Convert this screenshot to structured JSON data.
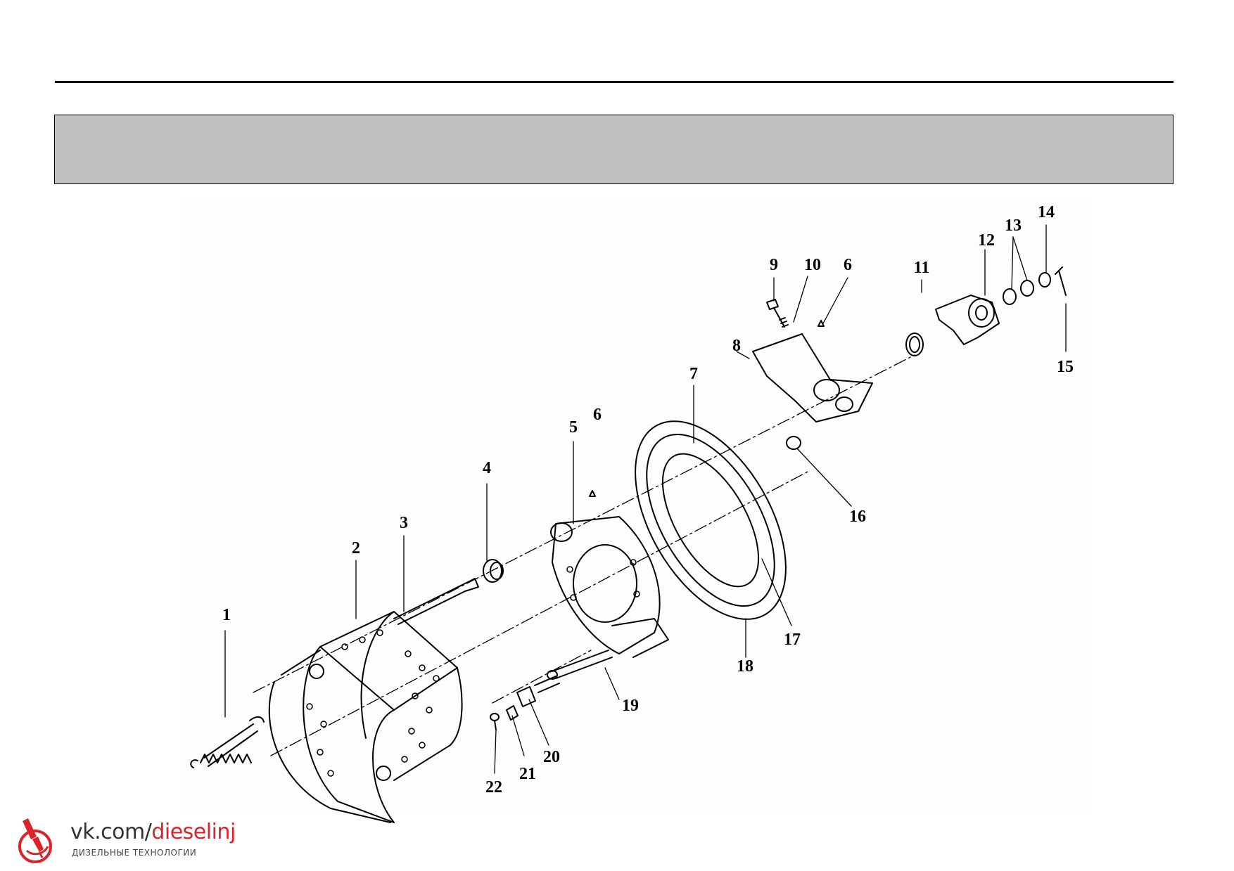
{
  "header": {
    "title": ""
  },
  "callouts": [
    "1",
    "2",
    "3",
    "4",
    "5",
    "6",
    "7",
    "8",
    "9",
    "10",
    "6",
    "11",
    "12",
    "13",
    "14",
    "15",
    "16",
    "17",
    "18",
    "19",
    "20",
    "21",
    "22"
  ],
  "watermark": {
    "url_prefix": "vk.com/",
    "url_accent": "dieselinj",
    "subtitle": "ДИЗЕЛЬНЫЕ ТЕХНОЛОГИИ",
    "accent_color": "#d9252a"
  }
}
